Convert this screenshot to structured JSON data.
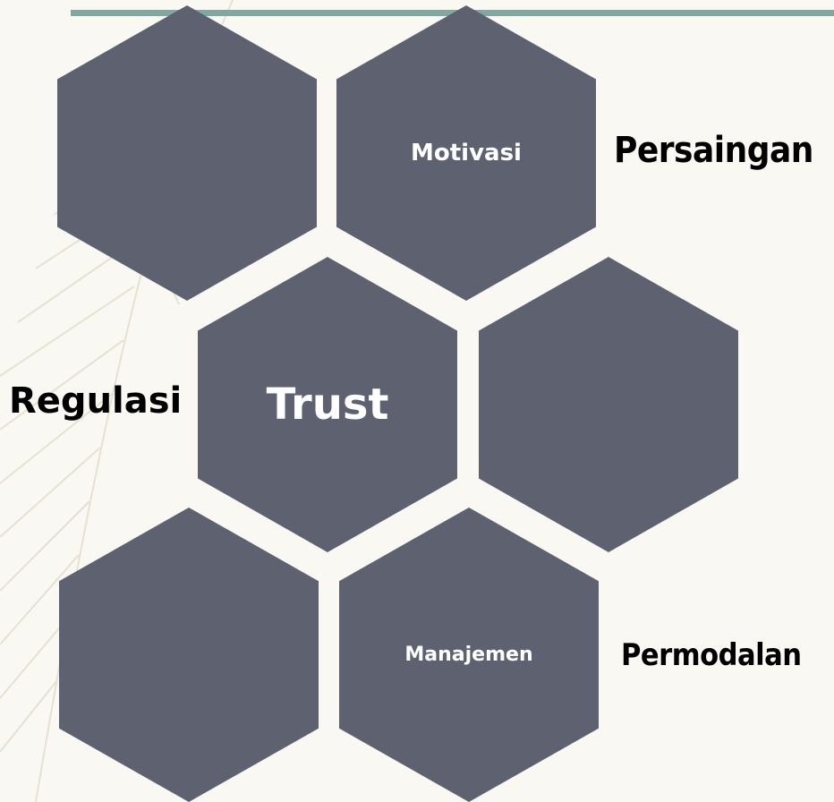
{
  "diagram": {
    "center_label": "Trust",
    "hexagons": [
      {
        "id": "top-left",
        "label": ""
      },
      {
        "id": "top-right",
        "label": "Motivasi"
      },
      {
        "id": "middle-left",
        "label": "Trust"
      },
      {
        "id": "middle-right",
        "label": ""
      },
      {
        "id": "bottom-left",
        "label": ""
      },
      {
        "id": "bottom-right",
        "label": "Manajemen"
      }
    ],
    "outer_labels": {
      "persaingan": "Persaingan",
      "regulasi": "Regulasi",
      "permodalan": "Permodalan"
    }
  },
  "colors": {
    "hexagon_fill": "#5e6270",
    "accent_bar": "#7fa89f",
    "background": "#faf8f2"
  }
}
